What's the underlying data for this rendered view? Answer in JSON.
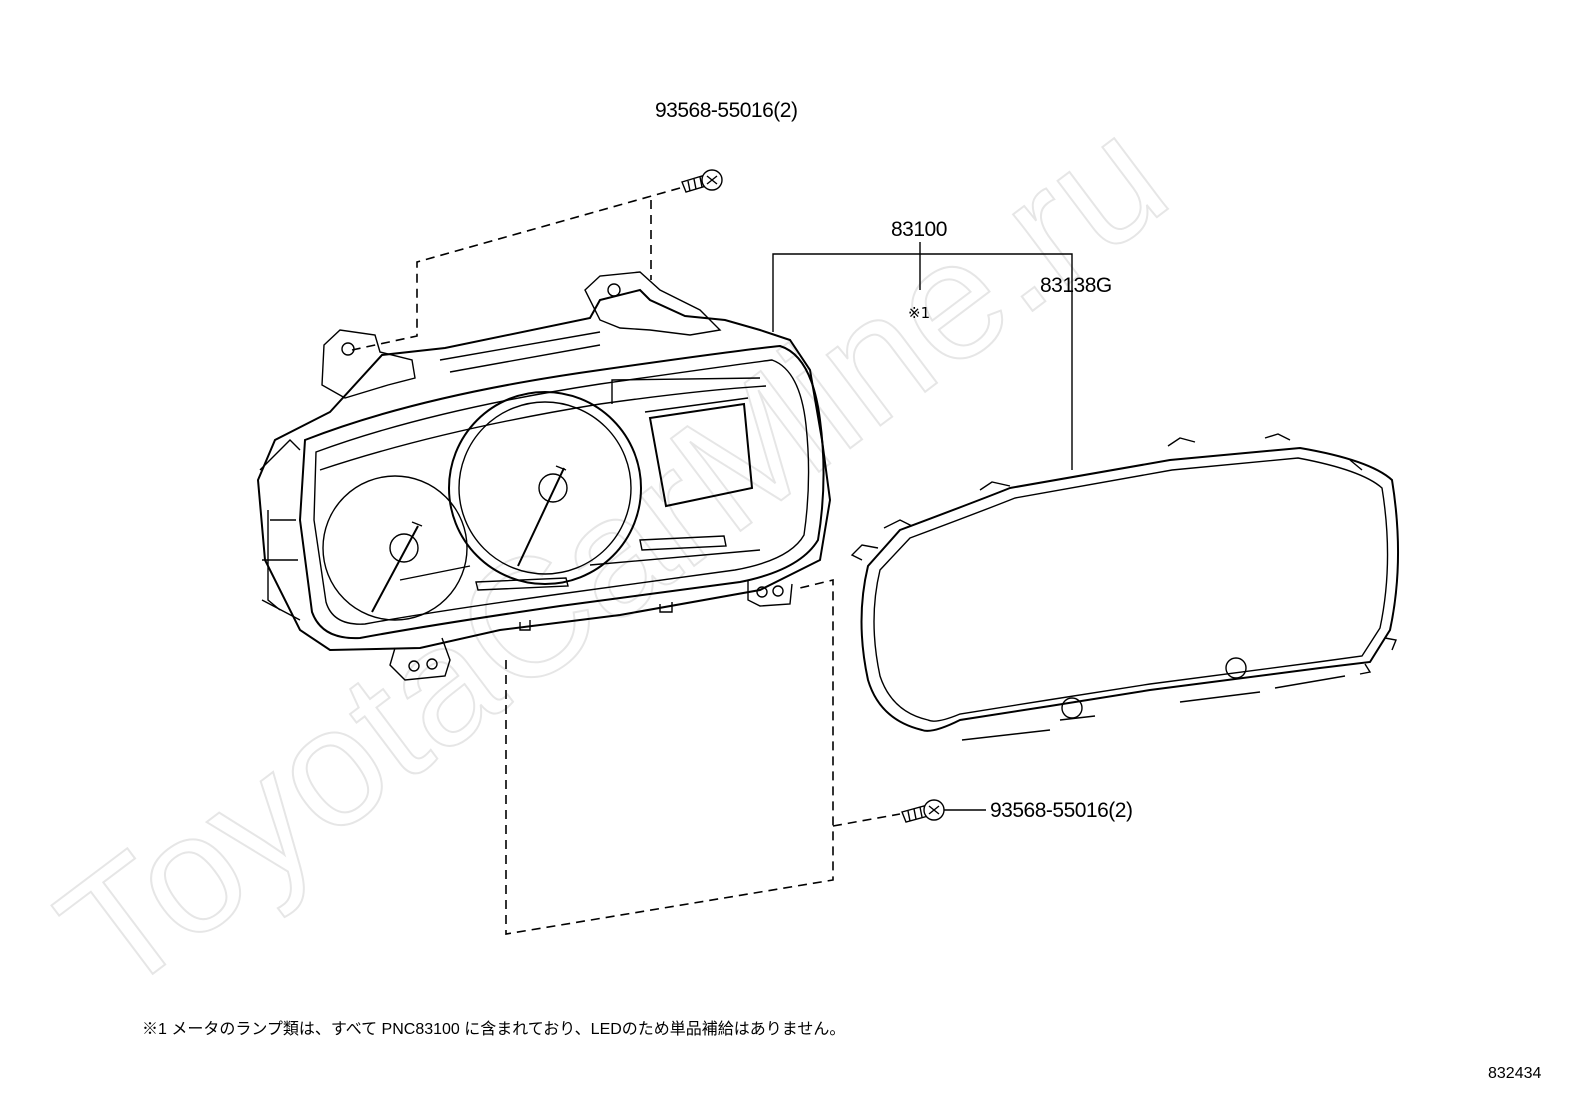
{
  "watermark": "ToyotaCarMine.ru",
  "callouts": {
    "screw_top": "93568-55016(2)",
    "meter_assy": "83100",
    "note_ref": "※1",
    "cover_glass": "83138G",
    "screw_bottom": "93568-55016(2)"
  },
  "footnote": "※1 メータのランプ類は、すべて PNC83100 に含まれており、LEDのため単品補給はありません。",
  "figure_number": "832434"
}
